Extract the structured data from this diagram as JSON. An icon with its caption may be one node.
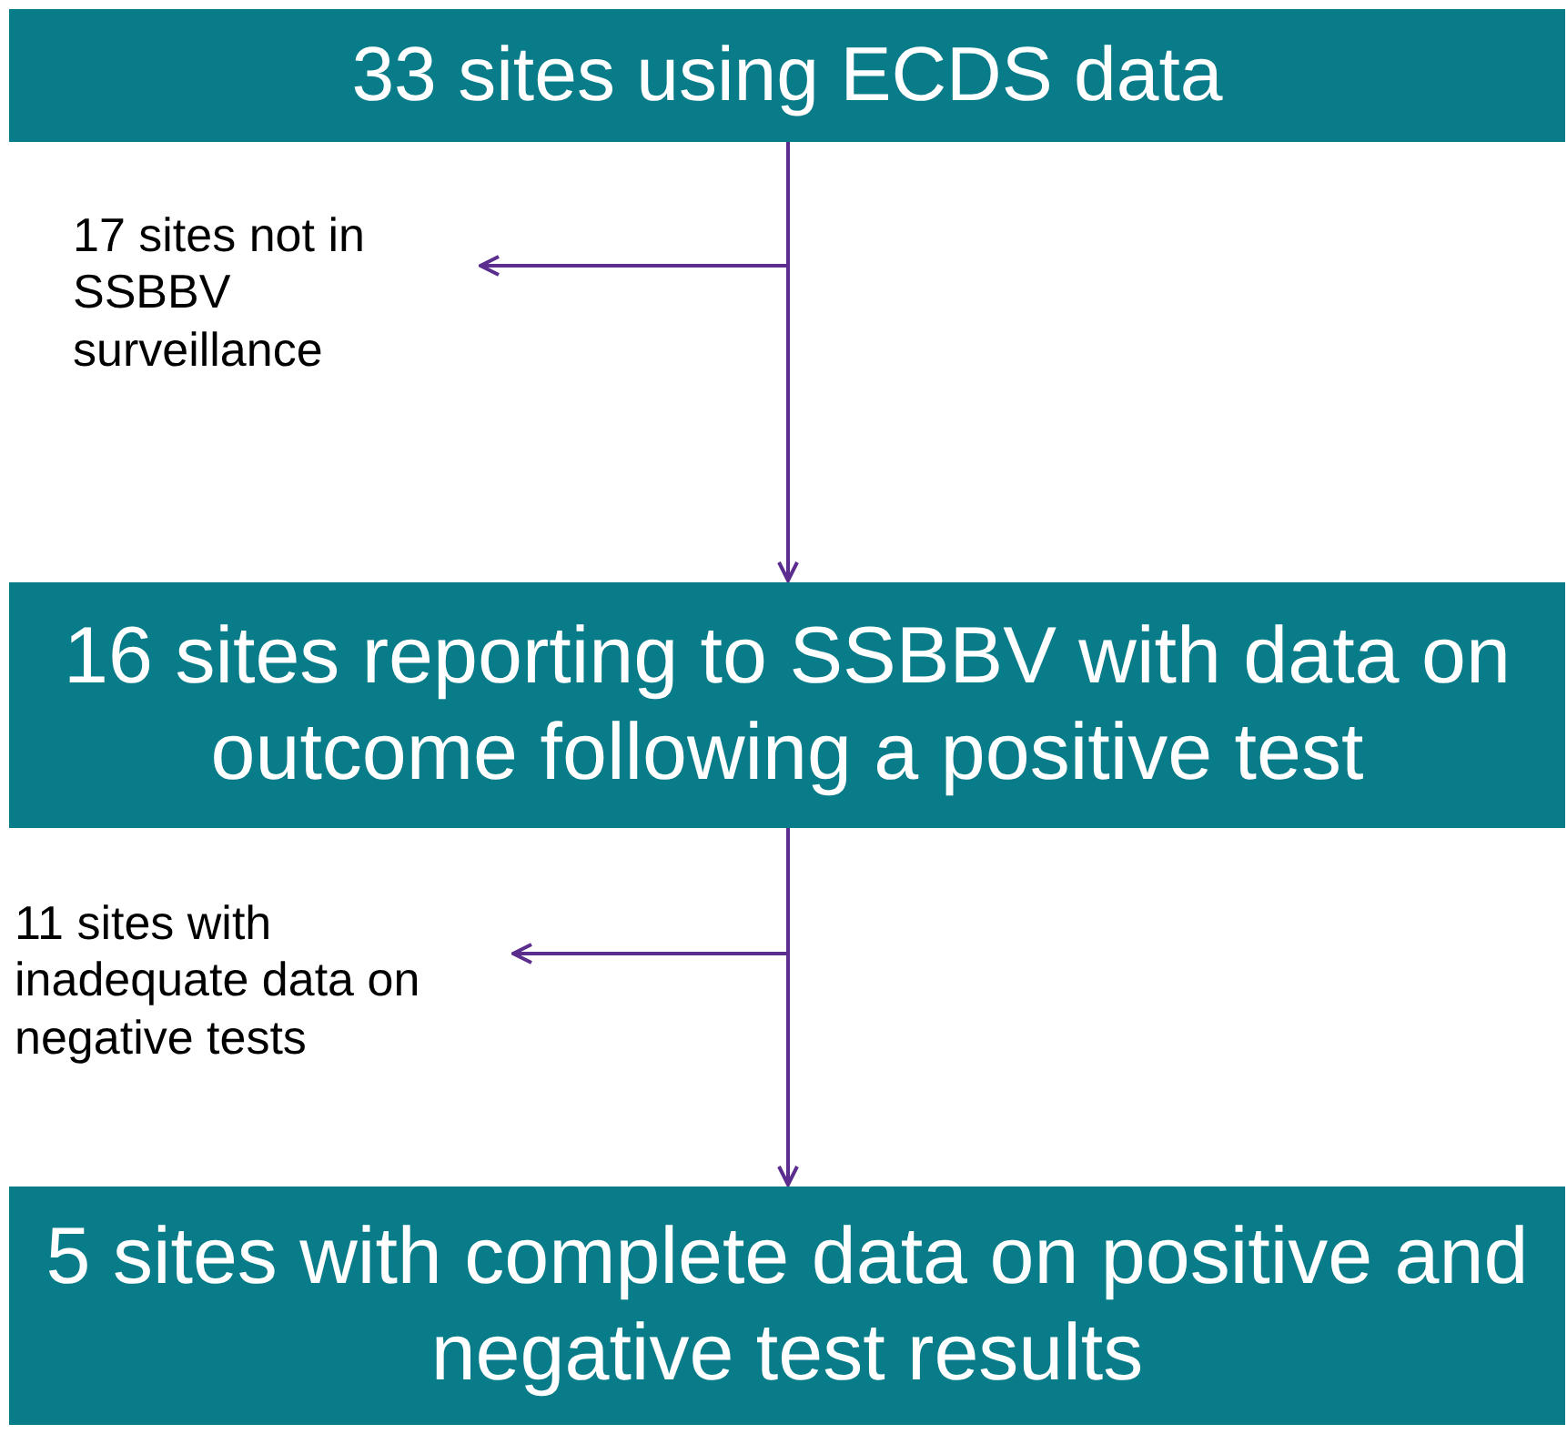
{
  "diagram": {
    "nodes": [
      {
        "text": [
          "33 sites using ECDS data"
        ]
      },
      {
        "text": [
          "17 sites not in SSBBV surveillance"
        ]
      },
      {
        "text": [
          "16 sites reporting to SSBBV with data on outcome following a positive test"
        ]
      },
      {
        "text": [
          "11 sites with inadequate data on negative tests"
        ]
      },
      {
        "text": [
          "5 sites with complete data on positive and negative test results"
        ]
      }
    ],
    "edges": [
      {
        "from": 0,
        "to": 1,
        "arrow": "to"
      },
      {
        "from": 0,
        "to": 2,
        "arrow": "to"
      },
      {
        "from": 2,
        "to": 3,
        "arrow": "to"
      },
      {
        "from": 2,
        "to": 4,
        "arrow": "to"
      }
    ]
  }
}
